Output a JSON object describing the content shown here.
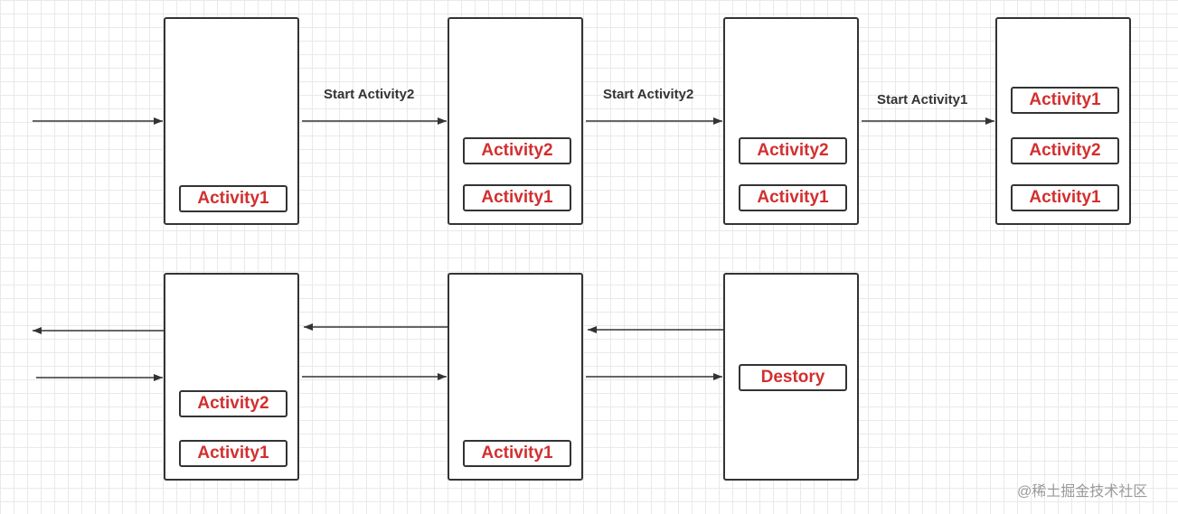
{
  "row1": {
    "screen1": {
      "stack": [
        "Activity1"
      ]
    },
    "arrow1_label": "Start Activity2",
    "screen2": {
      "stack": [
        "Activity2",
        "Activity1"
      ]
    },
    "arrow2_label": "Start Activity2",
    "screen3": {
      "stack": [
        "Activity2",
        "Activity1"
      ]
    },
    "arrow3_label": "Start Activity1",
    "screen4": {
      "stack": [
        "Activity1",
        "Activity2",
        "Activity1"
      ]
    }
  },
  "row2": {
    "screen1": {
      "stack": [
        "Activity2",
        "Activity1"
      ]
    },
    "screen2": {
      "stack": [
        "Activity1"
      ]
    },
    "screen3": {
      "stack": [
        "Destory"
      ]
    }
  },
  "watermark": "@稀土掘金技术社区",
  "colors": {
    "activity_text": "#d32f2f",
    "stroke": "#333333",
    "grid": "#e9e9e9"
  }
}
